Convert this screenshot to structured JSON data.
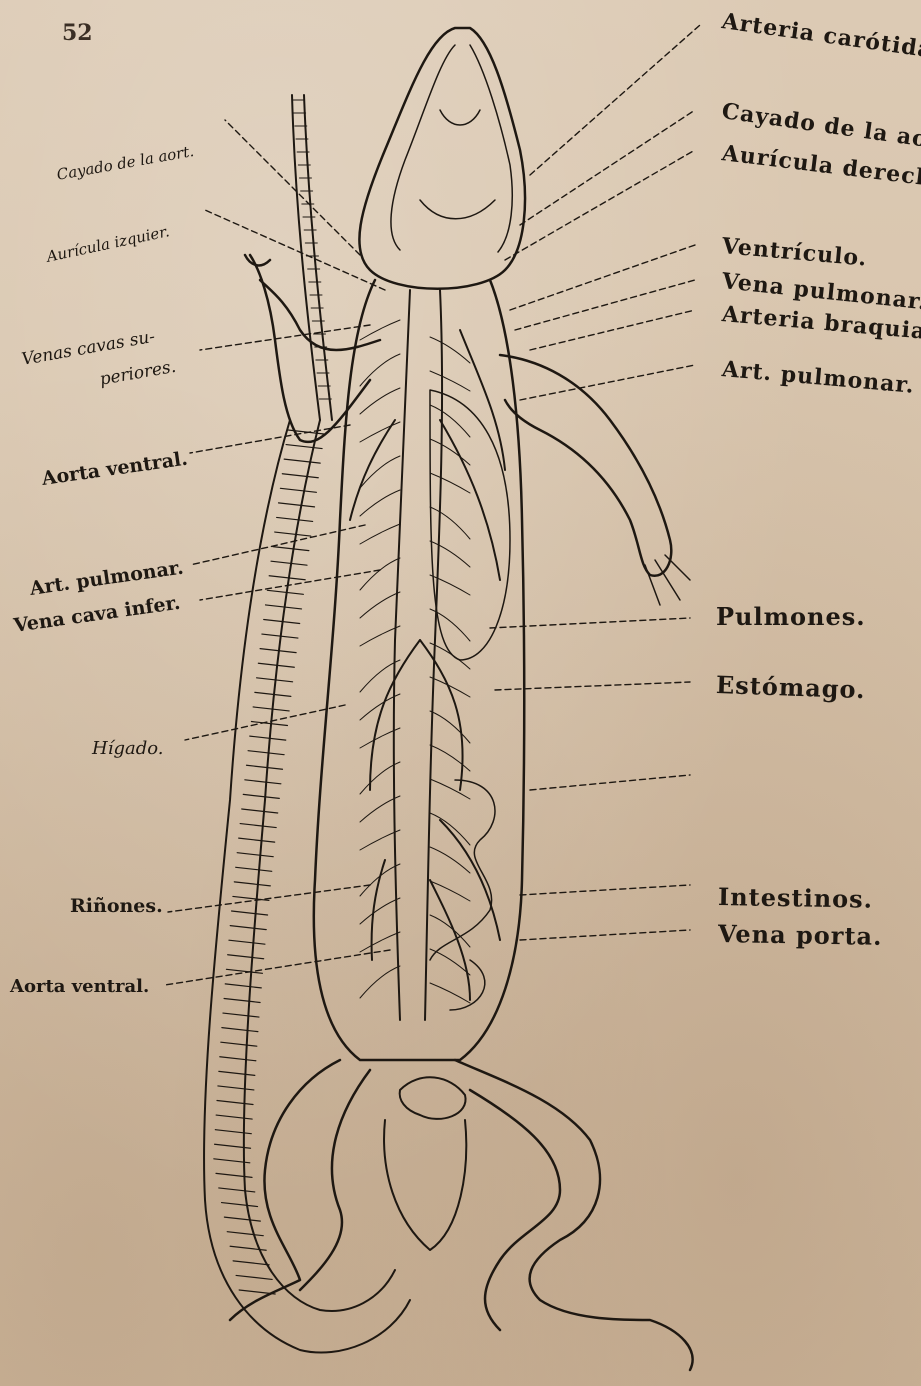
{
  "page_number": "52",
  "labels_right": {
    "arteria_carotida": "Arteria carótida.",
    "cayado_aorta": "Cayado de la aor.",
    "auricula_derecha": "Aurícula derech.",
    "ventriculo": "Ventrículo.",
    "vena_pulmonar": "Vena pulmonar.",
    "arteria_braquial": "Arteria braquial",
    "art_pulmonar": "Art. pulmonar.",
    "pulmones": "Pulmones.",
    "estomago": "Estómago.",
    "intestinos": "Intestinos.",
    "vena_porta": "Vena porta."
  },
  "labels_left": {
    "cayado_aorta": "Cayado de la aort.",
    "auricula_izquierda": "Aurícula izquier.",
    "venas_cavas_1": "Venas cavas su-",
    "venas_cavas_2": "periores.",
    "aorta_ventral_top": "Aorta ventral.",
    "art_pulmonar": "Art. pulmonar.",
    "vena_cava_inferior": "Vena cava infer.",
    "higado": "Hígado.",
    "rinones": "Riñones.",
    "aorta_ventral_bottom": "Aorta ventral."
  },
  "colors": {
    "ink": "#1e1812",
    "paper": "#d9c7b0"
  }
}
